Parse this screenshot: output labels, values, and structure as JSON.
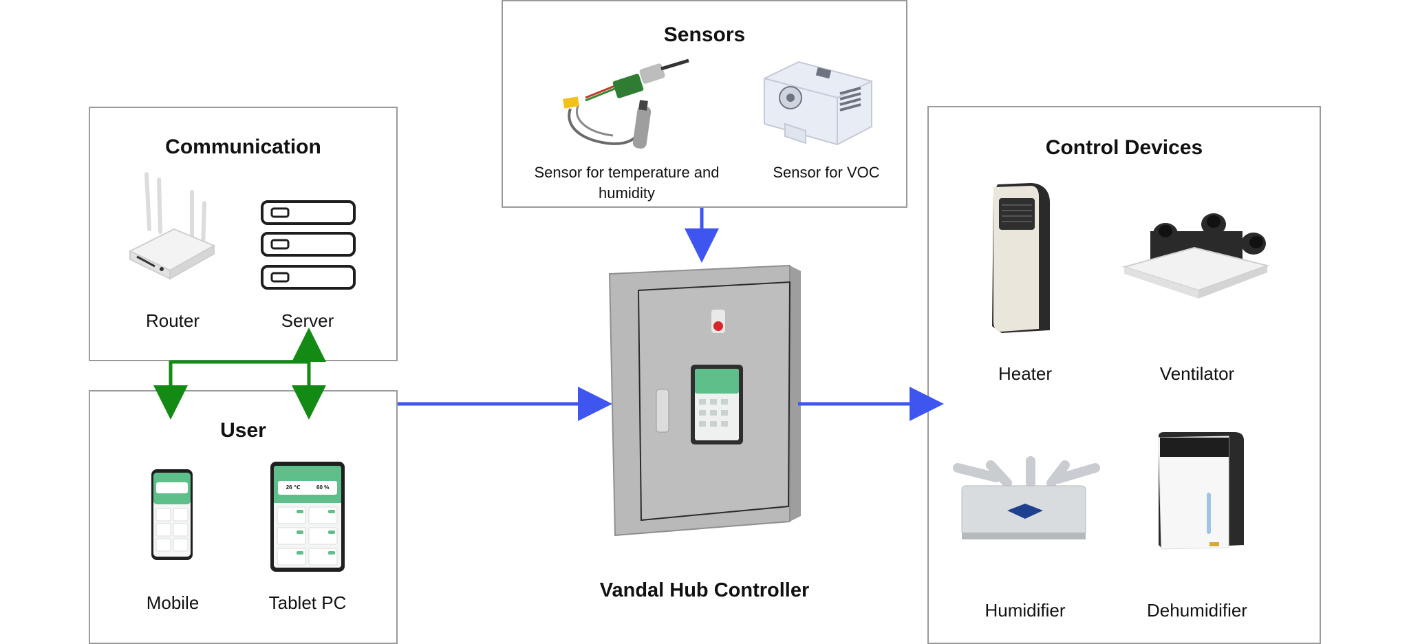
{
  "sensors": {
    "title": "Sensors",
    "temp_humidity_label": "Sensor for temperature and humidity",
    "voc_label": "Sensor for VOC"
  },
  "communication": {
    "title": "Communication",
    "router_label": "Router",
    "server_label": "Server"
  },
  "user": {
    "title": "User",
    "mobile_label": "Mobile",
    "tablet_label": "Tablet PC",
    "screen": {
      "temperature": "26 ℃",
      "humidity": "60 %"
    }
  },
  "controller": {
    "title": "Vandal Hub Controller"
  },
  "control_devices": {
    "title": "Control Devices",
    "heater_label": "Heater",
    "ventilator_label": "Ventilator",
    "humidifier_label": "Humidifier",
    "dehumidifier_label": "Dehumidifier"
  },
  "colors": {
    "main_flow": "#3f55f0",
    "network_link": "#138a14",
    "box_border": "#9a9a9a",
    "screen_accent": "#5fbf8a"
  },
  "icons": [
    "router-icon",
    "server-icon",
    "temp-humidity-sensor-icon",
    "voc-sensor-icon",
    "mobile-icon",
    "tablet-icon",
    "controller-cabinet-icon",
    "heater-icon",
    "ventilator-icon",
    "humidifier-icon",
    "dehumidifier-icon"
  ]
}
